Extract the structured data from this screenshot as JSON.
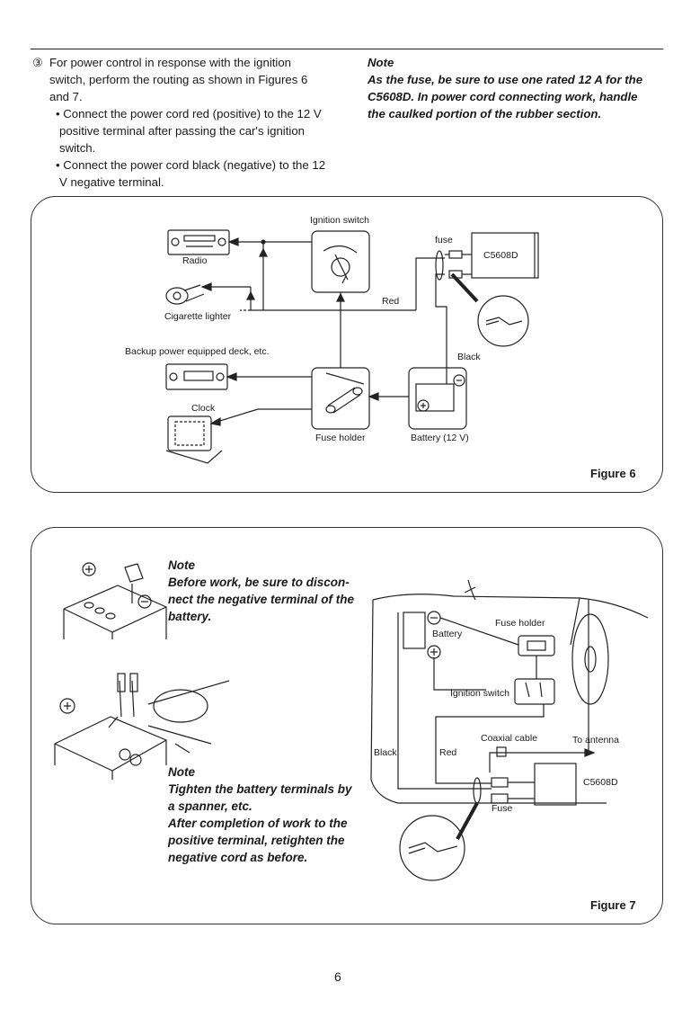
{
  "intro": {
    "step_number": "③",
    "step_text_1": "For power control in response with the ignition",
    "step_text_2": "switch, perform the routing as shown in Figures 6",
    "step_text_3": "and 7.",
    "bullet_1_a": "Connect the power cord red (positive) to the 12 V",
    "bullet_1_b": "positive terminal after passing the car's ignition",
    "bullet_1_c": "switch.",
    "bullet_2_a": "Connect the power cord black (negative) to the 12",
    "bullet_2_b": "V   negative terminal."
  },
  "note_top": {
    "title": "Note",
    "line_1": "As the fuse, be sure to use one rated 12 A for the",
    "line_2": "C5608D. In power cord connecting work, handle",
    "line_3": "the caulked portion of the rubber section."
  },
  "figure6": {
    "caption": "Figure 6",
    "ignition_switch": "Ignition switch",
    "radio": "Radio",
    "cigarette_lighter": "Cigarette lighter",
    "fuse": "fuse",
    "unit": "C5608D",
    "red": "Red",
    "black": "Black",
    "backup_deck": "Backup power equipped deck, etc.",
    "clock": "Clock",
    "fuse_holder": "Fuse holder",
    "battery": "Battery (12 V)"
  },
  "figure7": {
    "caption": "Figure 7",
    "note1_title": "Note",
    "note1_line_1": "Before work, be sure to discon-",
    "note1_line_2": "nect the negative terminal of the",
    "note1_line_3": "battery.",
    "note2_title": "Note",
    "note2_line_1": "Tighten the battery terminals by",
    "note2_line_2": "a spanner, etc.",
    "note2_line_3": "After completion of work to the",
    "note2_line_4": "positive terminal, retighten the",
    "note2_line_5": "negative cord as before.",
    "battery": "Battery",
    "fuse_holder": "Fuse holder",
    "ignition_switch": "Ignition switch",
    "coaxial_cable": "Coaxial cable",
    "to_antenna": "To antenna",
    "black": "Black",
    "red": "Red",
    "unit": "C5608D",
    "fuse": "Fuse"
  },
  "page_number": "6"
}
